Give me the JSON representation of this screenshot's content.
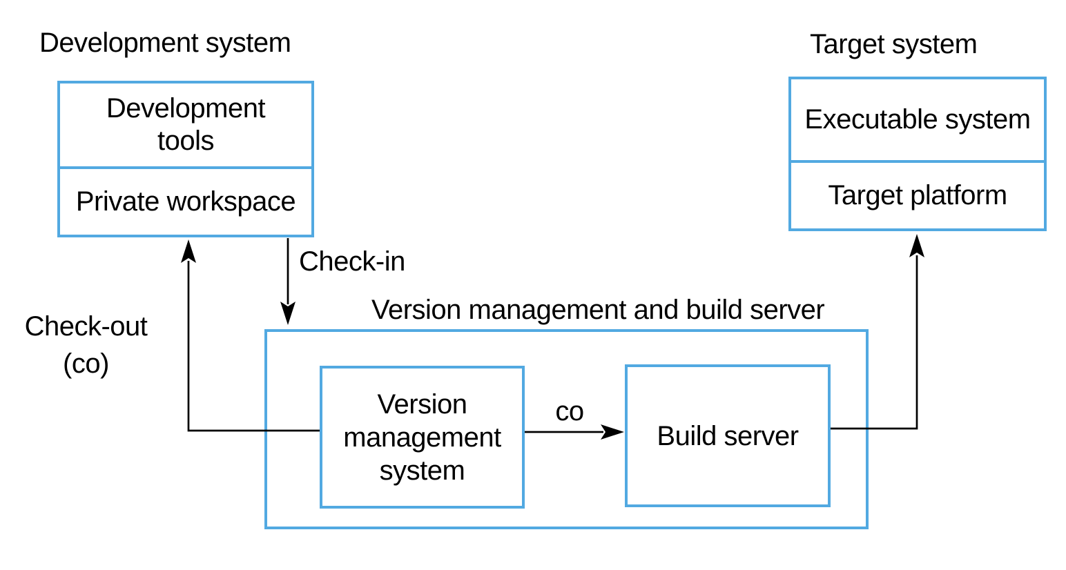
{
  "colors": {
    "box_border": "#52a9e1",
    "arrow": "#000000",
    "text": "#000000",
    "background": "#ffffff"
  },
  "development_system": {
    "title": "Development system",
    "tools": "Development\ntools",
    "workspace": "Private workspace"
  },
  "target_system": {
    "title": "Target system",
    "executable": "Executable system",
    "platform": "Target platform"
  },
  "server": {
    "title": "Version management and build server",
    "version_management": "Version\nmanagement\nsystem",
    "build_server": "Build server"
  },
  "arrows": {
    "check_in": "Check-in",
    "check_out": "Check-out\n(co)",
    "co": "co"
  }
}
